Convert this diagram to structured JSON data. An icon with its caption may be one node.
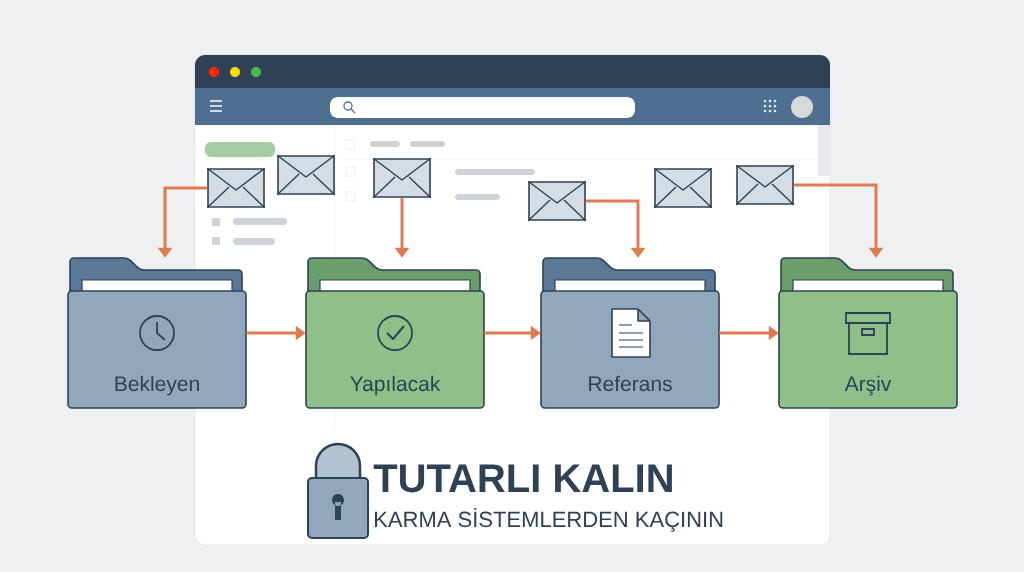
{
  "diagram": {
    "nodes": [
      {
        "text": [],
        "shape": "box"
      },
      {
        "text": [],
        "shape": "box"
      },
      {
        "text": [],
        "shape": "box"
      },
      {
        "text": [],
        "shape": "box"
      },
      {
        "text": [],
        "shape": "box"
      },
      {
        "text": [],
        "shape": "box"
      },
      {
        "text": [
          "Bekleyen"
        ]
      },
      {
        "text": [
          "Yapılacak"
        ]
      },
      {
        "text": [
          "Referans"
        ]
      },
      {
        "text": [
          "Arşiv"
        ]
      }
    ],
    "edges": [
      {
        "from": 0,
        "to": 6,
        "arrow": "to"
      },
      {
        "from": 2,
        "to": 7,
        "arrow": "to"
      },
      {
        "from": 3,
        "to": 8,
        "arrow": "to"
      },
      {
        "from": 5,
        "to": 9,
        "arrow": "to"
      },
      {
        "from": 6,
        "to": 7,
        "arrow": "to"
      },
      {
        "from": 7,
        "to": 8,
        "arrow": "to"
      },
      {
        "from": 8,
        "to": 9,
        "arrow": "to"
      }
    ],
    "labels": [
      "TUTARLI KALIN",
      "KARMA SİSTEMLERDEN KAÇININ"
    ]
  }
}
